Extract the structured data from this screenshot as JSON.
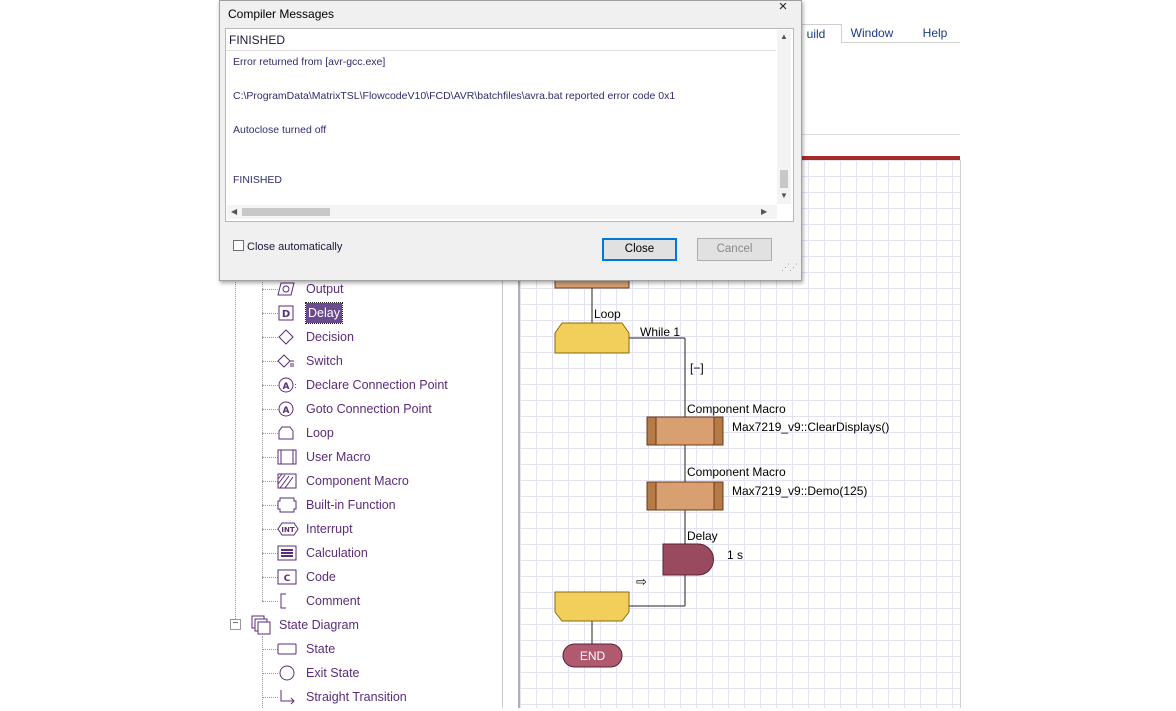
{
  "menu": {
    "build": "uild",
    "window": "Window",
    "help": "Help"
  },
  "dialog": {
    "title": "Compiler Messages",
    "header": "FINISHED",
    "lines": [
      "Error returned from [avr-gcc.exe]",
      "C:\\ProgramData\\MatrixTSL\\FlowcodeV10\\FCD\\AVR\\batchfiles\\avra.bat reported error code 0x1",
      "Autoclose turned off",
      "FINISHED"
    ],
    "autoclose_label": "Close automatically",
    "close_label": "Close",
    "cancel_label": "Cancel",
    "close_glyph": "×"
  },
  "tree": {
    "items": [
      {
        "label": "Output",
        "icon": "output-icon"
      },
      {
        "label": "Delay",
        "icon": "delay-icon",
        "selected": true
      },
      {
        "label": "Decision",
        "icon": "decision-icon"
      },
      {
        "label": "Switch",
        "icon": "switch-icon"
      },
      {
        "label": "Declare Connection Point",
        "icon": "declare-connection-point-icon"
      },
      {
        "label": "Goto Connection Point",
        "icon": "goto-connection-point-icon"
      },
      {
        "label": "Loop",
        "icon": "loop-icon"
      },
      {
        "label": "User Macro",
        "icon": "user-macro-icon"
      },
      {
        "label": "Component Macro",
        "icon": "component-macro-icon"
      },
      {
        "label": "Built-in Function",
        "icon": "builtin-function-icon"
      },
      {
        "label": "Interrupt",
        "icon": "interrupt-icon"
      },
      {
        "label": "Calculation",
        "icon": "calculation-icon"
      },
      {
        "label": "Code",
        "icon": "code-icon"
      },
      {
        "label": "Comment",
        "icon": "comment-icon"
      }
    ],
    "state_diagram": "State Diagram",
    "state_items": [
      {
        "label": "State",
        "icon": "state-icon"
      },
      {
        "label": "Exit State",
        "icon": "exit-state-icon"
      },
      {
        "label": "Straight Transition",
        "icon": "straight-transition-icon"
      }
    ],
    "collapse_glyph": "−"
  },
  "flowchart": {
    "loop_label": "Loop",
    "while_label": "While 1",
    "collapse_label": "[−]",
    "macro1_title": "Component Macro",
    "macro1_call": "Max7219_v9::ClearDisplays()",
    "macro2_title": "Component Macro",
    "macro2_call": "Max7219_v9::Demo(125)",
    "delay_title": "Delay",
    "delay_value": "1 s",
    "end_label": "END",
    "cursor_glyph": "⇨"
  },
  "colors": {
    "annotation": "#cc2222",
    "macro_fill": "#d8a070",
    "loop_fill": "#f2cf5a",
    "delay_fill": "#9a4a5e",
    "end_fill": "#b05a70"
  }
}
